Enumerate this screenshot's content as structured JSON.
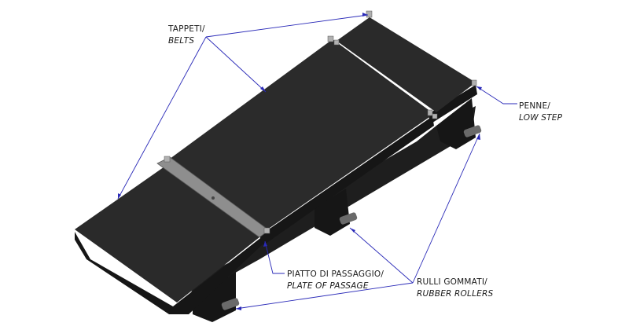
{
  "colors": {
    "belt_top": "#2a2a2a",
    "belt_side": "#161616",
    "frame": "#1e1e1e",
    "plate": "#8e8e8e",
    "leader": "#2a2ab8",
    "text": "#1a1a1a"
  },
  "callouts": {
    "belts": {
      "line1": "TAPPETI/",
      "line2": "BELTS"
    },
    "low_step": {
      "line1": "PENNE/",
      "line2": "LOW STEP"
    },
    "plate": {
      "line1": "PIATTO DI PASSAGGIO/",
      "line2": "PLATE OF PASSAGE"
    },
    "rollers": {
      "line1": "RULLI GOMMATI/",
      "line2": "RUBBER ROLLERS"
    }
  }
}
